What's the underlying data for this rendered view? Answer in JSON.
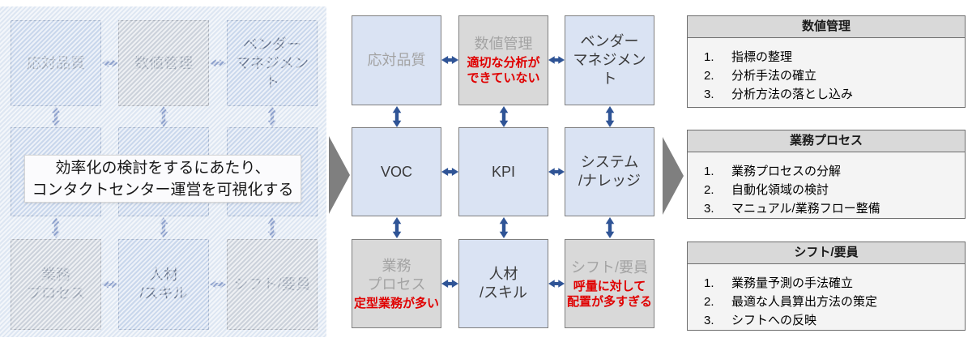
{
  "colors": {
    "box_blue": "#dae3f3",
    "box_gray": "#d9d9d9",
    "arrow_blue": "#2f5496",
    "flow_arrow_gray": "#7f7f7f",
    "note_red": "#e00000"
  },
  "left": {
    "overlay": {
      "line1": "効率化の検討をするにあたり、",
      "line2": "コンタクトセンター運営を可視化する"
    },
    "cells": [
      {
        "lines": [
          "応対品質"
        ]
      },
      {
        "lines": [
          "数値管理"
        ]
      },
      {
        "lines": [
          "ベンダー",
          "マネジメン",
          "ト"
        ]
      },
      {
        "lines": []
      },
      {
        "lines": []
      },
      {
        "lines": []
      },
      {
        "lines": [
          "業務",
          "プロセス"
        ]
      },
      {
        "lines": [
          "人材",
          "/スキル"
        ]
      },
      {
        "lines": [
          "シフト/要員"
        ]
      }
    ]
  },
  "middle": {
    "cells": [
      {
        "lines": [
          "応対品質"
        ],
        "notes": []
      },
      {
        "lines": [
          "数値管理"
        ],
        "notes": [
          "適切な分析が",
          "できていない"
        ]
      },
      {
        "lines": [
          "ベンダー",
          "マネジメン",
          "ト"
        ],
        "notes": []
      },
      {
        "lines": [
          "VOC"
        ],
        "notes": []
      },
      {
        "lines": [
          "KPI"
        ],
        "notes": []
      },
      {
        "lines": [
          "システム",
          "/ナレッジ"
        ],
        "notes": []
      },
      {
        "lines": [
          "業務",
          "プロセス"
        ],
        "notes": [
          "定型業務が多い"
        ]
      },
      {
        "lines": [
          "人材",
          "/スキル"
        ],
        "notes": []
      },
      {
        "lines": [
          "シフト/要員"
        ],
        "notes": [
          "呼量に対して",
          "配置が多すぎる"
        ]
      }
    ]
  },
  "right": {
    "boxes": [
      {
        "title": "数値管理",
        "items": [
          {
            "num": "1.",
            "text": "指標の整理"
          },
          {
            "num": "2.",
            "text": "分析手法の確立"
          },
          {
            "num": "3.",
            "text": "分析方法の落とし込み"
          }
        ]
      },
      {
        "title": "業務プロセス",
        "items": [
          {
            "num": "1.",
            "text": "業務プロセスの分解"
          },
          {
            "num": "2.",
            "text": "自動化領域の検討"
          },
          {
            "num": "3.",
            "text": "マニュアル/業務フロー整備"
          }
        ]
      },
      {
        "title": "シフト/要員",
        "items": [
          {
            "num": "1.",
            "text": "業務量予測の手法確立"
          },
          {
            "num": "2.",
            "text": "最適な人員算出方法の策定"
          },
          {
            "num": "3.",
            "text": "シフトへの反映"
          }
        ]
      }
    ]
  }
}
